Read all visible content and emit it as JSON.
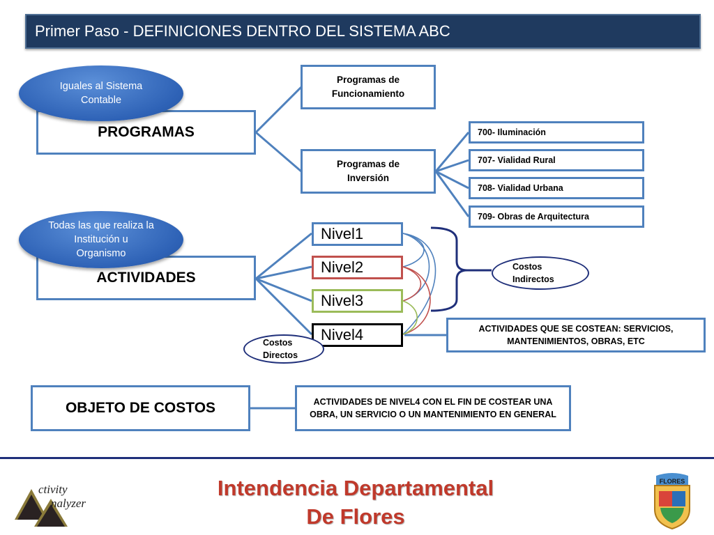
{
  "header": {
    "title": "Primer Paso - DEFINICIONES DENTRO DEL SISTEMA ABC"
  },
  "programas": {
    "label": "PROGRAMAS",
    "badge": "Iguales al Sistema Contable",
    "funcionamiento": "Programas de Funcionamiento",
    "inversion": "Programas de Inversión",
    "items": [
      "700- Iluminación",
      "707- Vialidad Rural",
      "708- Vialidad Urbana",
      "709- Obras de Arquitectura"
    ]
  },
  "actividades": {
    "label": "ACTIVIDADES",
    "badge": "Todas las que realiza la Institución u Organismo",
    "niveles": [
      "Nivel1",
      "Nivel2",
      "Nivel3",
      "Nivel4"
    ],
    "nivel_colors": [
      "#4f81bd",
      "#c0504d",
      "#9bbb59",
      "#000000"
    ],
    "costos_indirectos": "Costos Indirectos",
    "costos_directos": "Costos Directos",
    "costean": "ACTIVIDADES QUE SE COSTEAN: SERVICIOS, MANTENIMIENTOS, OBRAS, ETC"
  },
  "objeto": {
    "label": "OBJETO DE COSTOS",
    "desc": "ACTIVIDADES DE NIVEL4 CON EL FIN DE COSTEAR UNA OBRA, UN SERVICIO O UN MANTENIMIENTO EN GENERAL"
  },
  "footer": {
    "title_line1": "Intendencia Departamental",
    "title_line2": "De Flores",
    "logo_left_line1": "ctivity",
    "logo_left_line2": "nalyzer",
    "logo_right_text": "FLORES"
  },
  "colors": {
    "accent": "#4f81bd",
    "header_bg": "#1f3a5f",
    "footer_title": "#c0392b",
    "dark_navy": "#1f2f7a"
  }
}
